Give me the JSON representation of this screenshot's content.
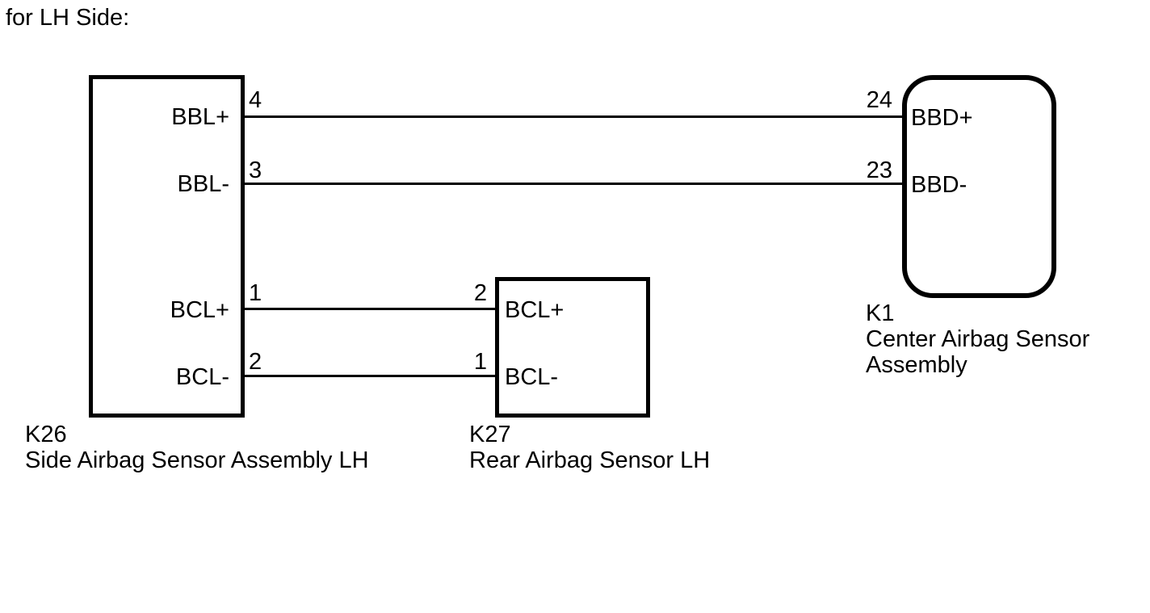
{
  "title": "for LH Side:",
  "diagram": {
    "background_color": "#ffffff",
    "line_color": "#000000",
    "text_color": "#000000",
    "components": [
      {
        "id": "K26",
        "name": "Side Airbag Sensor Assembly LH",
        "shape": "rectangle",
        "pins": [
          {
            "num": "4",
            "label": "BBL+"
          },
          {
            "num": "3",
            "label": "BBL-"
          },
          {
            "num": "1",
            "label": "BCL+"
          },
          {
            "num": "2",
            "label": "BCL-"
          }
        ]
      },
      {
        "id": "K27",
        "name": "Rear Airbag Sensor LH",
        "shape": "rectangle",
        "pins": [
          {
            "num": "2",
            "label": "BCL+"
          },
          {
            "num": "1",
            "label": "BCL-"
          }
        ]
      },
      {
        "id": "K1",
        "name": "Center Airbag Sensor Assembly",
        "shape": "rounded-rectangle",
        "pins": [
          {
            "num": "24",
            "label": "BBD+"
          },
          {
            "num": "23",
            "label": "BBD-"
          }
        ]
      }
    ],
    "wires": [
      {
        "from": "K26 pin 4 (BBL+)",
        "to": "K1 pin 24 (BBD+)"
      },
      {
        "from": "K26 pin 3 (BBL-)",
        "to": "K1 pin 23 (BBD-)"
      },
      {
        "from": "K26 pin 1 (BCL+)",
        "to": "K27 pin 2 (BCL+)"
      },
      {
        "from": "K26 pin 2 (BCL-)",
        "to": "K27 pin 1 (BCL-)"
      }
    ]
  }
}
